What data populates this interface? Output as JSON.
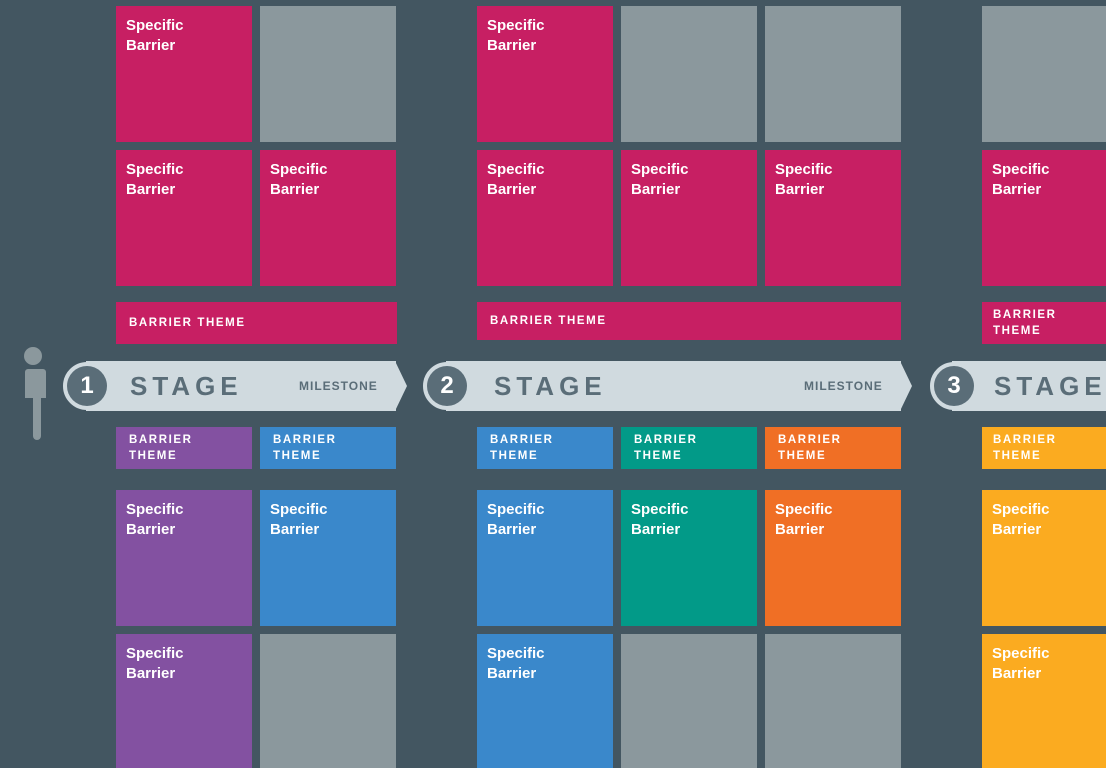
{
  "colors": {
    "background": "#435661",
    "magenta": "#c71f63",
    "gray": "#8b989d",
    "purple": "#8351a1",
    "blue": "#3a88cb",
    "teal": "#029a88",
    "orange": "#f06f25",
    "yellow": "#fbab20",
    "stage_bar": "#d0dadf",
    "stage_text": "#5a6d78"
  },
  "icons": {
    "person": "person-icon"
  },
  "stages": [
    {
      "number": "1",
      "label": "STAGE",
      "milestone": "MILESTONE"
    },
    {
      "number": "2",
      "label": "STAGE",
      "milestone": "MILESTONE"
    },
    {
      "number": "3",
      "label": "STAGE"
    }
  ],
  "top_themes": [
    "BARRIER THEME",
    "BARRIER THEME",
    "BARRIER THEME"
  ],
  "bottom_themes": [
    "BARRIER THEME",
    "BARRIER THEME",
    "BARRIER THEME",
    "BARRIER THEME",
    "BARRIER THEME",
    "BARRIER THEME"
  ],
  "card_text": "Specific Barrier"
}
